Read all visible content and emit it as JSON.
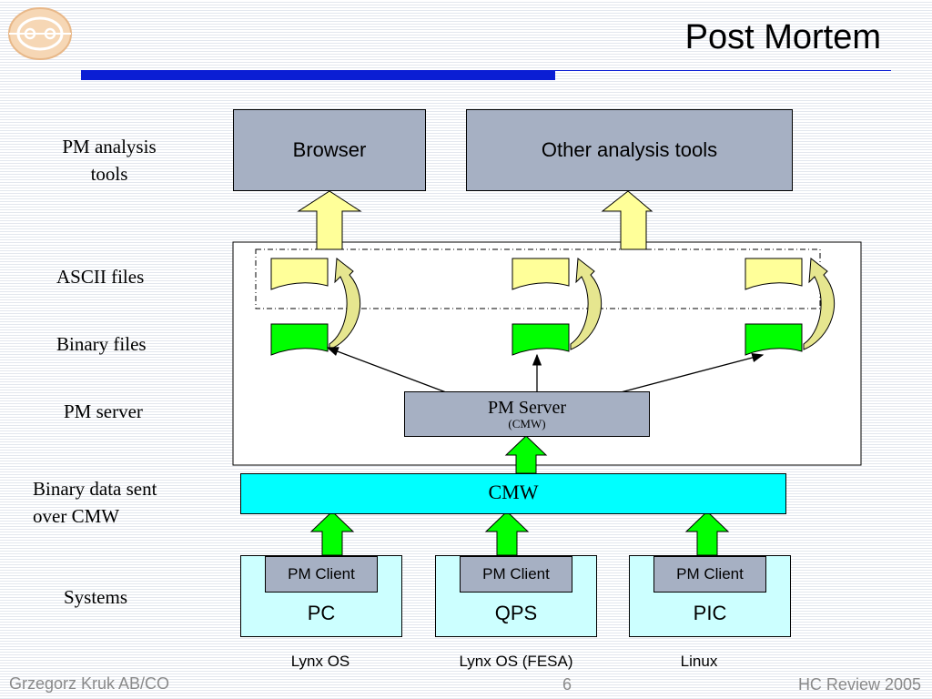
{
  "title": "Post Mortem",
  "left_labels": {
    "pm_analysis_tools_1": "PM analysis",
    "pm_analysis_tools_2": "tools",
    "ascii_files": "ASCII files",
    "binary_files": "Binary files",
    "pm_server": "PM server",
    "binary_data_1": "Binary data sent",
    "binary_data_2": "over CMW",
    "systems": "Systems"
  },
  "tools": {
    "browser": "Browser",
    "other": "Other analysis tools"
  },
  "server": {
    "name": "PM Server",
    "sub": "(CMW)"
  },
  "cmw_bus": "CMW",
  "systems": [
    {
      "client": "PM Client",
      "name": "PC",
      "os": "Lynx OS"
    },
    {
      "client": "PM Client",
      "name": "QPS",
      "os": "Lynx OS (FESA)"
    },
    {
      "client": "PM Client",
      "name": "PIC",
      "os": "Linux"
    }
  ],
  "footer": {
    "author": "Grzegorz Kruk AB/CO",
    "page": "6",
    "event": "HC Review 2005"
  },
  "colors": {
    "title_rule": "#0b1ed4",
    "tool_box": "#a6b0c3",
    "ascii_file": "#ffff99",
    "binary_file": "#00ff00",
    "cmw_bus": "#00ffff",
    "system_box": "#ccffff",
    "upload_arrow": "#ffff99",
    "data_arrow": "#00ff00",
    "curved_arrow": "#e6e68f"
  }
}
